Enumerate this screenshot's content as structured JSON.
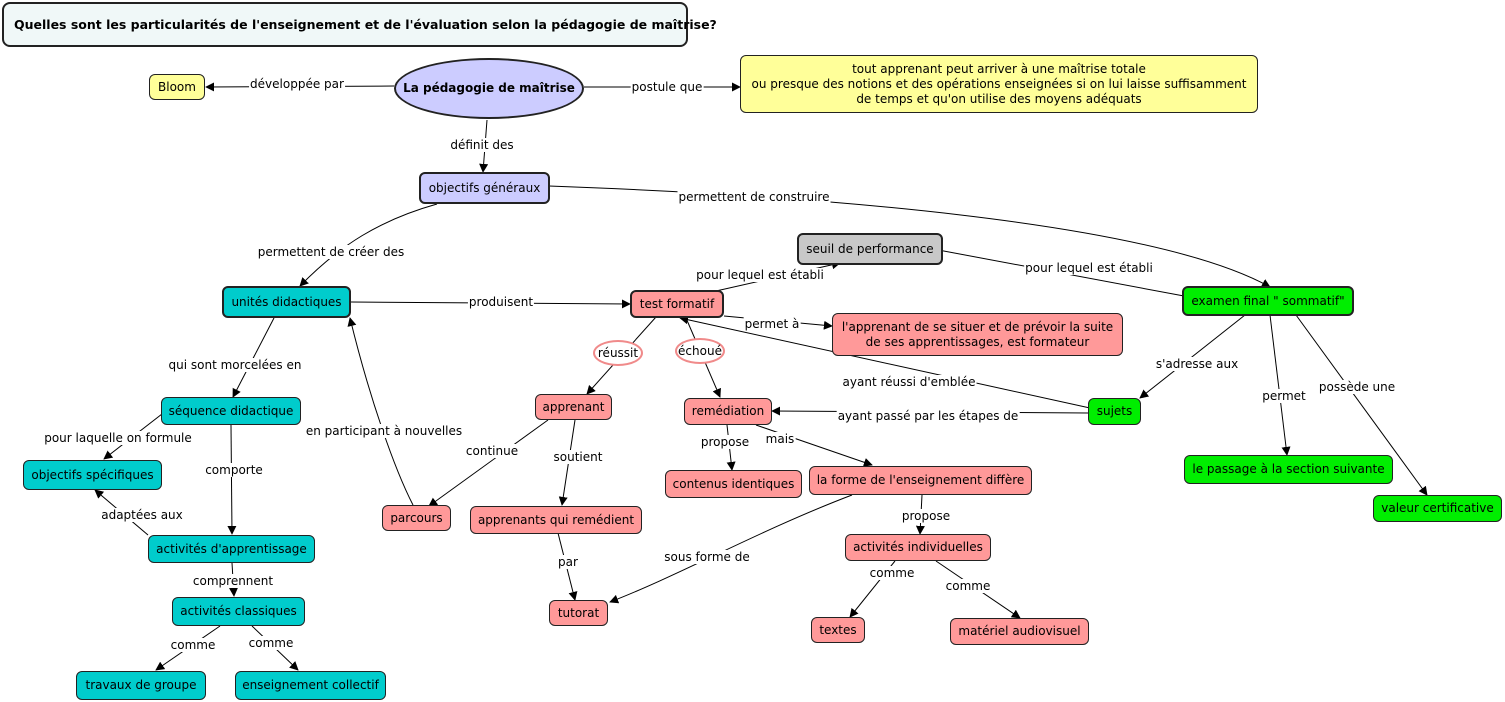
{
  "title": "Quelles sont les particularités de l'enseignement et de l'évaluation selon la pédagogie de maîtrise?",
  "colors": {
    "lavender": "#ccccff",
    "yellow": "#ffff99",
    "grey": "#c8c8c8",
    "teal": "#00cccc",
    "pink": "#ff9999",
    "green": "#00ee00",
    "oval_border": "#f08a8a"
  },
  "nodes": {
    "pedagogie": "La pédagogie de maîtrise",
    "bloom": "Bloom",
    "postulat_line1": "tout apprenant peut arriver à une maîtrise totale",
    "postulat_line2": "ou presque des notions et des opérations enseignées si on lui laisse suffisamment",
    "postulat_line3": "de temps et qu'on utilise des moyens adéquats",
    "objectifs_generaux": "objectifs généraux",
    "seuil": "seuil de performance",
    "unites": "unités didactiques",
    "test_formatif": "test formatif",
    "apprenant_situer_line1": "l'apprenant de se situer et de prévoir la suite",
    "apprenant_situer_line2": "de ses apprentissages, est formateur",
    "examen_final": "examen final \" sommatif\"",
    "sequence": "séquence didactique",
    "objectifs_specifiques": "objectifs spécifiques",
    "activites_apprentissage": "activités d'apprentissage",
    "activites_classiques": "activités classiques",
    "travaux_groupe": "travaux de groupe",
    "enseignement_collectif": "enseignement collectif",
    "parcours": "parcours",
    "apprenant": "apprenant",
    "apprenants_remedient": "apprenants qui remédient",
    "tutorat": "tutorat",
    "remediation": "remédiation",
    "contenus": "contenus identiques",
    "forme_differe": "la forme de l'enseignement diffère",
    "activites_individuelles": "activités individuelles",
    "textes": "textes",
    "materiel": "matériel audiovisuel",
    "sujets": "sujets",
    "passage": "le passage à la section suivante",
    "valeur": "valeur certificative"
  },
  "links": {
    "developpee_par": "développée par",
    "postule_que": "postule que",
    "definit_des": "définit des",
    "permettent_construire": "permettent de construire",
    "pour_lequel_1": "pour lequel est établi",
    "pour_lequel_2": "pour lequel est établi",
    "permettent_creer": "permettent de créer des",
    "produisent": "produisent",
    "permet_a": "permet à",
    "reussit": "réussit",
    "echoue": "échoué",
    "qui_sont_morcelees": "qui sont morcelées en",
    "en_participant": "en participant à nouvelles",
    "continue": "continue",
    "soutient": "soutient",
    "ayant_reussi": "ayant réussi d'emblée",
    "sadresse_aux": "s'adresse aux",
    "possede_une": "possède une",
    "permet": "permet",
    "pour_laquelle": "pour laquelle on formule",
    "comporte": "comporte",
    "propose_1": "propose",
    "mais": "mais",
    "ayant_passe": "ayant passé par les étapes de",
    "adaptees_aux": "adaptées aux",
    "comprennent": "comprennent",
    "par": "par",
    "sous_forme_de": "sous forme de",
    "propose_2": "propose",
    "comme_1": "comme",
    "comme_2": "comme",
    "comme_3": "comme",
    "comme_4": "comme"
  }
}
